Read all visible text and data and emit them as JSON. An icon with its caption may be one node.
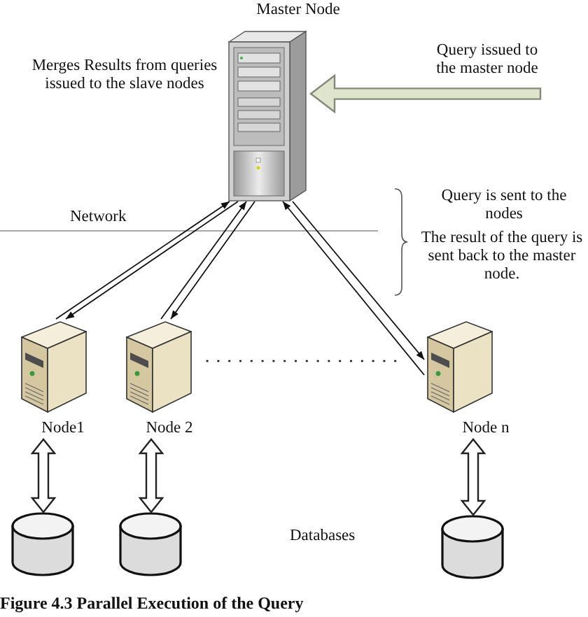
{
  "diagram": {
    "caption": "Figure 4.3 Parallel Execution of the Query",
    "nodes": [
      {
        "text": [
          "Master Node"
        ],
        "beside": [
          "Merges Results from queries issued to the slave nodes"
        ]
      },
      {
        "text": [
          "Node1"
        ]
      },
      {
        "text": [
          "Node 2"
        ]
      },
      {
        "text": [
          "Node n"
        ]
      },
      {
        "text": [],
        "shape": "cylinder"
      },
      {
        "text": [],
        "shape": "cylinder"
      },
      {
        "text": [],
        "shape": "cylinder"
      }
    ],
    "edges": [
      {
        "from": null,
        "to": 0,
        "arrow": "to",
        "label": "Query issued to the master node",
        "style": "thick",
        "color": "#dfe4cc"
      },
      {
        "from": 1,
        "to": 0,
        "arrow": "to"
      },
      {
        "from": 0,
        "to": 1,
        "arrow": "to"
      },
      {
        "from": 2,
        "to": 0,
        "arrow": "to"
      },
      {
        "from": 0,
        "to": 2,
        "arrow": "to"
      },
      {
        "from": 3,
        "to": 0,
        "arrow": "to"
      },
      {
        "from": 0,
        "to": 3,
        "arrow": "to"
      },
      {
        "from": 1,
        "to": 4,
        "arrow": "both",
        "style": "thick"
      },
      {
        "from": 2,
        "to": 5,
        "arrow": "both",
        "style": "thick"
      },
      {
        "from": 3,
        "to": 6,
        "arrow": "both",
        "style": "thick"
      }
    ],
    "labels": [
      "Query is sent to the nodes",
      "Network",
      "The result of the query is sent back to the master node.",
      "Databases"
    ]
  }
}
